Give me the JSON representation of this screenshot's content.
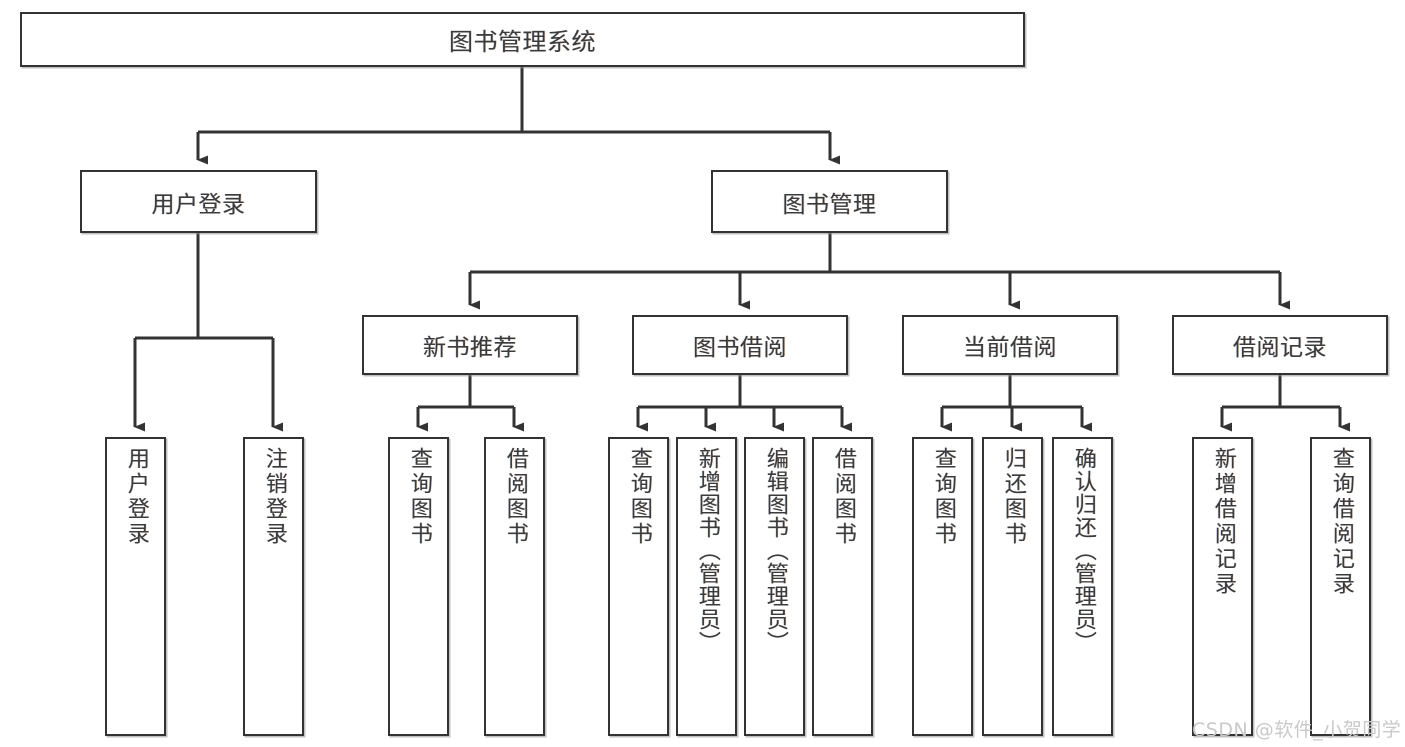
{
  "diagram": {
    "title": "图书管理系统",
    "type": "tree-hierarchy-chart",
    "orientation": "top-down",
    "colors": {
      "node_border": "#333333",
      "node_fill": "#ffffff",
      "text": "#3b3b3b",
      "connector": "#333333",
      "watermark": "#c9c9c9",
      "background": "#ffffff"
    }
  },
  "root": {
    "label": "图书管理系统"
  },
  "level2": [
    {
      "label": "用户登录"
    },
    {
      "label": "图书管理"
    }
  ],
  "level3": [
    {
      "label": "新书推荐"
    },
    {
      "label": "图书借阅"
    },
    {
      "label": "当前借阅"
    },
    {
      "label": "借阅记录"
    }
  ],
  "leaves": {
    "user_login": [
      {
        "label": "用户登录"
      },
      {
        "label": "注销登录"
      }
    ],
    "new_book_recommend": [
      {
        "label": "查询图书"
      },
      {
        "label": "借阅图书"
      }
    ],
    "book_borrow": [
      {
        "label": "查询图书"
      },
      {
        "label": "新增图书（管理员）"
      },
      {
        "label": "编辑图书（管理员）"
      },
      {
        "label": "借阅图书"
      }
    ],
    "current_borrow": [
      {
        "label": "查询图书"
      },
      {
        "label": "归还图书"
      },
      {
        "label": "确认归还（管理员）"
      }
    ],
    "borrow_record": [
      {
        "label": "新增借阅记录"
      },
      {
        "label": "查询借阅记录"
      }
    ]
  },
  "watermark": {
    "text": "CSDN @软件_小贺同学"
  }
}
